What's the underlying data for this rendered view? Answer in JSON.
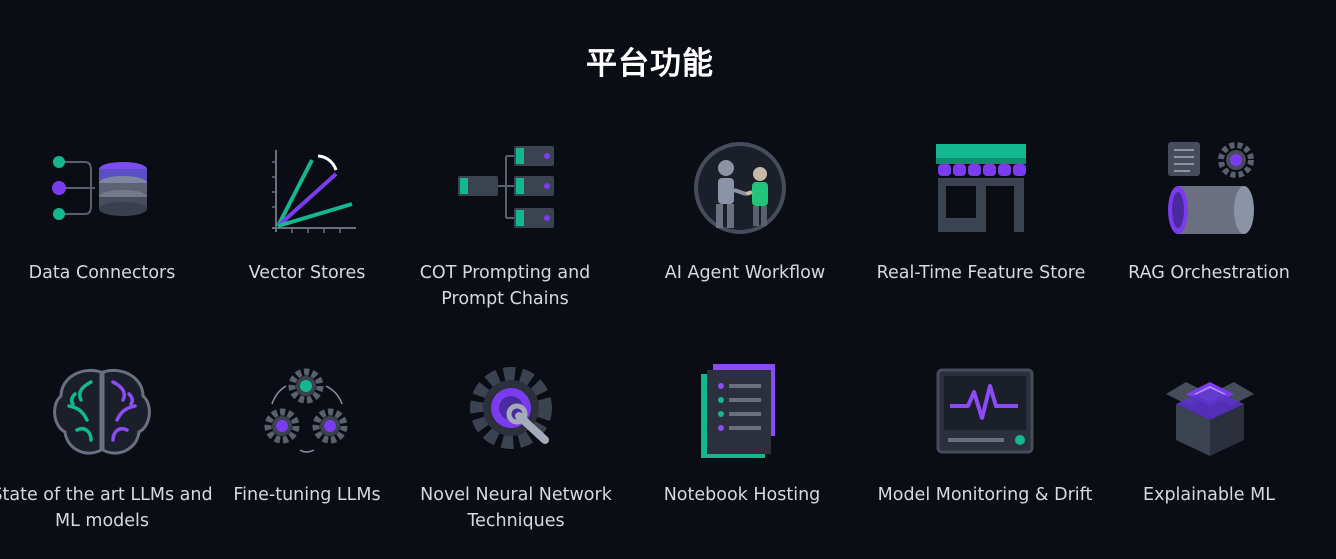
{
  "page": {
    "title": "平台功能"
  },
  "features": [
    {
      "label": "Data Connectors",
      "icon": "database-connectors-icon"
    },
    {
      "label": "Vector Stores",
      "icon": "vector-chart-icon"
    },
    {
      "label": "COT Prompting and Prompt Chains",
      "icon": "prompt-chain-icon"
    },
    {
      "label": "AI Agent Workflow",
      "icon": "robot-human-handshake-icon"
    },
    {
      "label": "Real-Time Feature Store",
      "icon": "storefront-icon"
    },
    {
      "label": "RAG Orchestration",
      "icon": "rag-cylinder-gear-icon"
    },
    {
      "label": "State of the art LLMs and ML models",
      "icon": "brain-icon"
    },
    {
      "label": "Fine-tuning LLMs",
      "icon": "gears-cycle-icon"
    },
    {
      "label": "Novel Neural Network Techniques",
      "icon": "gear-wrench-icon"
    },
    {
      "label": "Notebook Hosting",
      "icon": "notebook-icon"
    },
    {
      "label": "Model Monitoring & Drift",
      "icon": "monitor-pulse-icon"
    },
    {
      "label": "Explainable ML",
      "icon": "open-box-icon"
    }
  ],
  "colors": {
    "background": "#0b0d15",
    "teal": "#14b88f",
    "purple": "#7b3cf0",
    "gray": "#3c4350"
  }
}
